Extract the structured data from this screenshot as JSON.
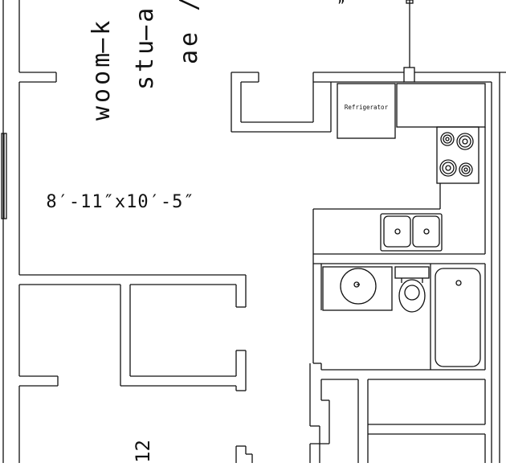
{
  "labels": {
    "refrigerator": "Refrigerator",
    "room_dimensions": "8′-11″x10′-5″",
    "rotated_1": "woom̶k",
    "rotated_2": "stu̶a",
    "rotated_3": "ae /",
    "rotated_bottom": "12",
    "top_mark": "”"
  },
  "colors": {
    "line": "#111111",
    "background": "#ffffff"
  }
}
